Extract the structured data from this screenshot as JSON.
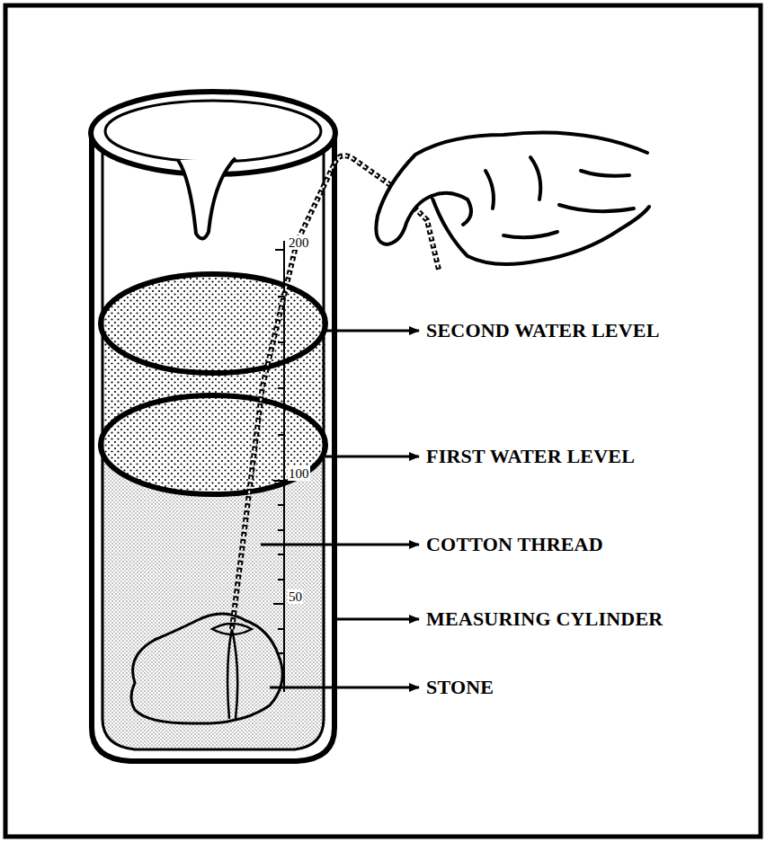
{
  "diagram": {
    "labels": [
      "SECOND WATER LEVEL",
      "FIRST WATER LEVEL",
      "COTTON THREAD",
      "MEASURING CYLINDER",
      "STONE",
      "200",
      "100",
      "50"
    ]
  }
}
